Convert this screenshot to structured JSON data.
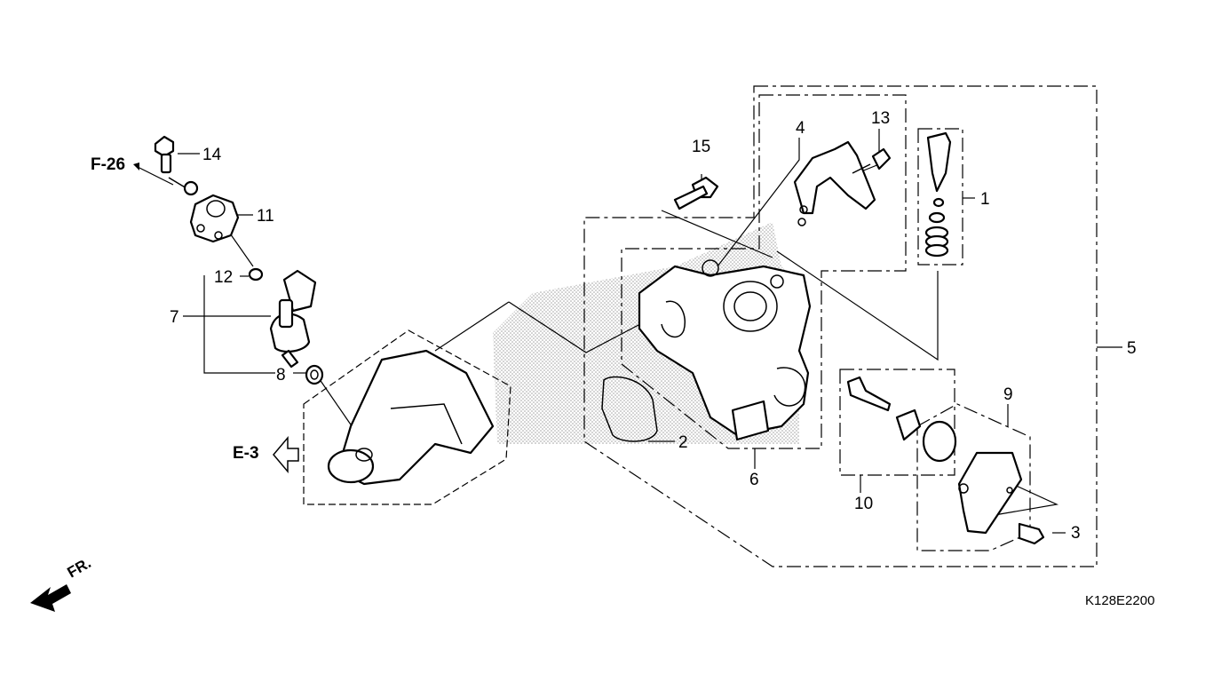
{
  "callouts": [
    "1",
    "2",
    "3",
    "4",
    "5",
    "6",
    "7",
    "8",
    "9",
    "10",
    "11",
    "12",
    "13",
    "14",
    "15"
  ],
  "references": {
    "f26": "F-26",
    "e3": "E-3"
  },
  "direction_label": "FR.",
  "diagram_code": "K128E2200"
}
